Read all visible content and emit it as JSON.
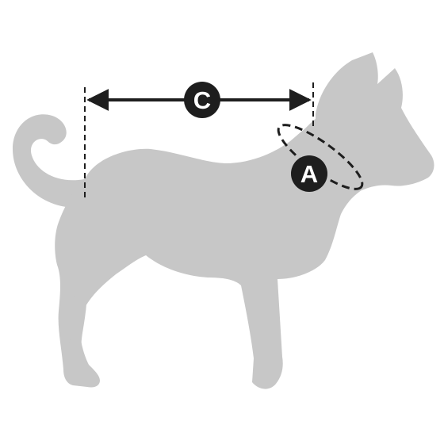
{
  "diagram": {
    "colors": {
      "silhouette": "#c7c7c7",
      "ink": "#1e1e1e",
      "background": "#ffffff"
    },
    "measurements": [
      {
        "id": "length",
        "label": "C"
      },
      {
        "id": "neck",
        "label": "A"
      }
    ]
  }
}
